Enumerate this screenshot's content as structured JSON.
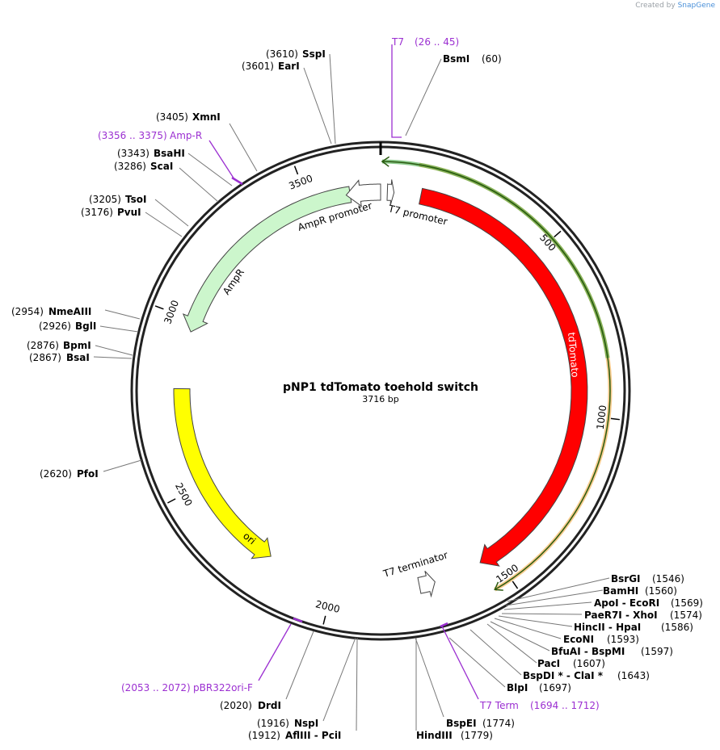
{
  "credit": {
    "prefix": "Created by",
    "brand": "SnapGene"
  },
  "plasmid": {
    "name": "pNP1 tdTomato toehold switch",
    "length_label": "3716 bp",
    "length": 3716
  },
  "ticks": [
    {
      "pos": 500,
      "label": "500"
    },
    {
      "pos": 1000,
      "label": "1000"
    },
    {
      "pos": 1500,
      "label": "1500"
    },
    {
      "pos": 2000,
      "label": "2000"
    },
    {
      "pos": 2500,
      "label": "2500"
    },
    {
      "pos": 3000,
      "label": "3000"
    },
    {
      "pos": 3500,
      "label": "3500"
    }
  ],
  "features": [
    {
      "name": "tdTomato",
      "start": 120,
      "end": 1548,
      "color": "#ff0000",
      "direction": "cw"
    },
    {
      "name": "ori",
      "start": 2204,
      "end": 2793,
      "color": "#ffff00",
      "direction": "ccw"
    },
    {
      "name": "AmpR",
      "start": 2965,
      "end": 3625,
      "color": "#ccf6cc",
      "direction": "ccw"
    },
    {
      "name": "AmpR promoter",
      "start": 3613,
      "end": 3716,
      "color": "#ffffff",
      "direction": "ccw"
    },
    {
      "name": "T7 promoter",
      "start": 20,
      "end": 40,
      "color": "#ffffff",
      "direction": "cw"
    },
    {
      "name": "T7 terminator",
      "start": 1694,
      "end": 1742,
      "color": "#ffffff",
      "direction": "ccw"
    }
  ],
  "orfs": [
    {
      "start": 100,
      "end": 1550,
      "color": "#f0a030",
      "direction": "cw"
    },
    {
      "start": 3720,
      "end": 4560,
      "color": "#32a032",
      "direction": "ccw"
    }
  ],
  "sites": [
    {
      "num": "(3610)",
      "name": "SspI"
    },
    {
      "num": "(3601)",
      "name": "EarI"
    },
    {
      "num": "(60)",
      "name": "BsmI"
    },
    {
      "num": "(3405)",
      "name": "XmnI"
    },
    {
      "num": "(3343)",
      "name": "BsaHI"
    },
    {
      "num": "(3286)",
      "name": "ScaI"
    },
    {
      "num": "(3205)",
      "name": "TsoI"
    },
    {
      "num": "(3176)",
      "name": "PvuI"
    },
    {
      "num": "(2954)",
      "name": "NmeAIII"
    },
    {
      "num": "(2926)",
      "name": "BglI"
    },
    {
      "num": "(2876)",
      "name": "BpmI"
    },
    {
      "num": "(2867)",
      "name": "BsaI"
    },
    {
      "num": "(2620)",
      "name": "PfoI"
    },
    {
      "num": "(2020)",
      "name": "DrdI"
    },
    {
      "num": "(1916)",
      "name": "NspI"
    },
    {
      "num": "(1912)",
      "name": "AflIII - PciI"
    },
    {
      "num": "(1774)",
      "name": "BspEI"
    },
    {
      "num": "(1779)",
      "name": "HindIII"
    },
    {
      "num": "(1546)",
      "name": "BsrGI"
    },
    {
      "num": "(1560)",
      "name": "BamHI"
    },
    {
      "num": "(1569)",
      "name": "ApoI - EcoRI"
    },
    {
      "num": "(1574)",
      "name": "PaeR7I - XhoI"
    },
    {
      "num": "(1586)",
      "name": "HincII - HpaI"
    },
    {
      "num": "(1593)",
      "name": "EcoNI"
    },
    {
      "num": "(1597)",
      "name": "BfuAI - BspMI"
    },
    {
      "num": "(1607)",
      "name": "PacI"
    },
    {
      "num": "(1643)",
      "name": "BspDI * - ClaI *"
    },
    {
      "num": "(1697)",
      "name": "BlpI"
    }
  ],
  "primers": [
    {
      "name": "T7",
      "range": "(26 .. 45)"
    },
    {
      "name": "Amp-R",
      "range": "(3356 .. 3375)"
    },
    {
      "name": "pBR322ori-F",
      "range": "(2053 .. 2072)"
    },
    {
      "name": "T7 Term",
      "range": "(1694 .. 1712)"
    }
  ]
}
